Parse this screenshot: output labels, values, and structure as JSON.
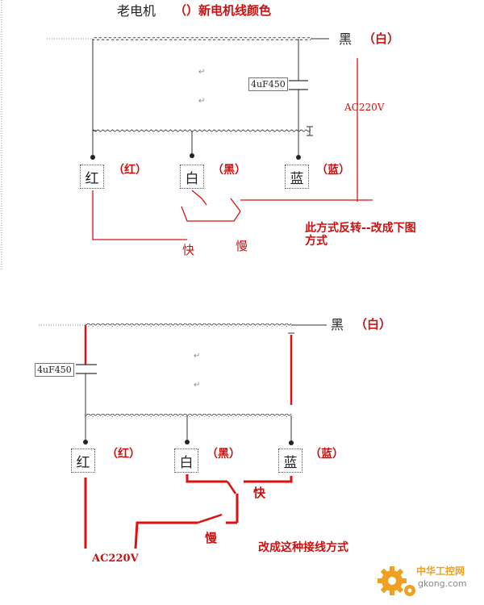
{
  "diagram1": {
    "title_black": "老电机",
    "title_red": "（）新电机线颜色",
    "terminal_top_black": "黑",
    "terminal_top_red": "（白）",
    "capacitor": "4uF450",
    "supply": "AC220V",
    "boxes": [
      {
        "label": "红",
        "note": "（红）"
      },
      {
        "label": "白",
        "note": "（黑）"
      },
      {
        "label": "蓝",
        "note": "（蓝）"
      }
    ],
    "fast": "快",
    "slow": "慢",
    "comment_line1": "此方式反转--改成下图",
    "comment_line2": "方式",
    "para_mark": "↵"
  },
  "diagram2": {
    "terminal_top_black": "黑",
    "terminal_top_red": "（白）",
    "capacitor": "4uF450",
    "boxes": [
      {
        "label": "红",
        "note": "（红）"
      },
      {
        "label": "白",
        "note": "（黑）"
      },
      {
        "label": "蓝",
        "note": "（蓝）"
      }
    ],
    "fast": "快",
    "slow": "慢",
    "supply": "AC220V",
    "comment": "改成这种接线方式",
    "para_mark": "↵"
  },
  "watermark": {
    "site_name": "中华工控网",
    "site_url": "gkong.com"
  },
  "colors": {
    "wire": "#333333",
    "red_wire": "#dd1111",
    "red_text": "#cc1111",
    "logo_orange": "#f0a020"
  }
}
